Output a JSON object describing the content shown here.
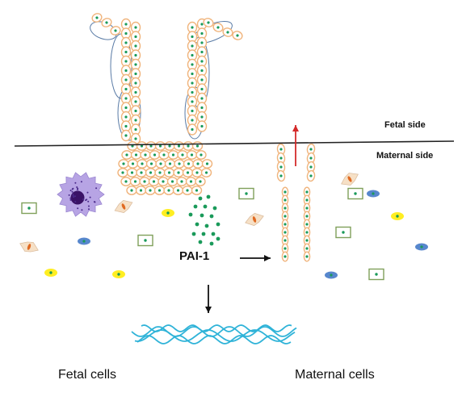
{
  "labels": {
    "fetal_side": "Fetal side",
    "maternal_side": "Maternal  side",
    "pai": "PAI-1",
    "fetal_cells": "Fetal cells",
    "maternal_cells": "Maternal cells"
  },
  "colors": {
    "boundary": "#222222",
    "trophoblast_fill": "#ffffff",
    "trophoblast_border": "#f0b47c",
    "nucleus": "#1a9a5a",
    "villus_outline": "#5a7ba6",
    "arrow_up": "#d42a2a",
    "arrow": "#111111",
    "fibers": "#2fb3d8",
    "box_border": "#7fa05a",
    "blue_cell": "#3a72c4",
    "yellow_cell": "#ffee22",
    "stromal_cell": "#f6e0c6",
    "stromal_nucleus": "#e06a22",
    "leukocyte": "#b7a4e4",
    "leukocyte_nucleus": "#3a1266",
    "pai_dots": "#1a9a5a"
  }
}
